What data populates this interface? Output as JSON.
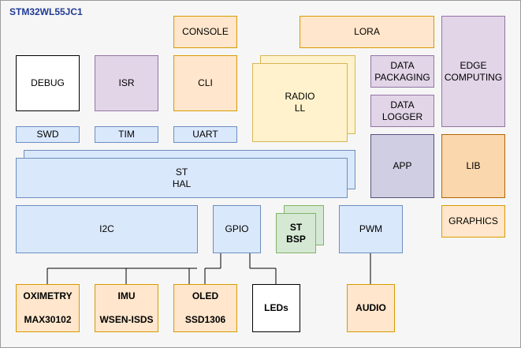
{
  "title": "STM32WL55JC1",
  "blocks": {
    "console": "CONSOLE",
    "lora": "LORA",
    "debug": "DEBUG",
    "isr": "ISR",
    "cli": "CLI",
    "radio": "RADIO\nLL",
    "data_packaging": "DATA\nPACKAGING",
    "data_logger": "DATA\nLOGGER",
    "edge_computing": "EDGE\nCOMPUTING",
    "swd": "SWD",
    "tim": "TIM",
    "uart": "UART",
    "app": "APP",
    "lib": "LIB",
    "st_hal": "ST\nHAL",
    "i2c": "I2C",
    "gpio": "GPIO",
    "st_bsp": "ST\nBSP",
    "pwm": "PWM",
    "graphics": "GRAPHICS",
    "oximetry": "OXIMETRY\n\nMAX30102",
    "imu": "IMU\n\nWSEN-ISDS",
    "oled": "OLED\n\nSSD1306",
    "leds": "LEDs",
    "audio": "AUDIO"
  }
}
